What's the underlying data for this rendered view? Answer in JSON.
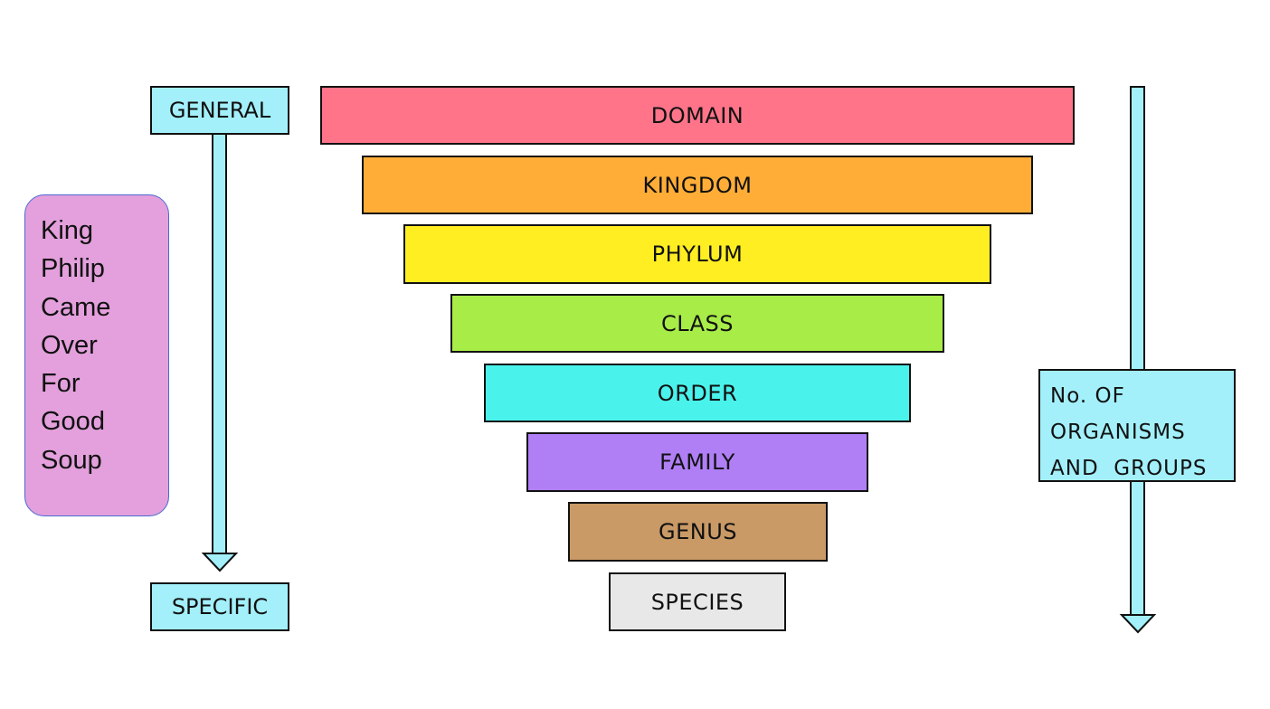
{
  "mnemonic": [
    "King",
    "Philip",
    "Came",
    "Over",
    "For",
    "Good",
    "Soup"
  ],
  "left_axis": {
    "top_label": "GENERAL",
    "bottom_label": "SPECIFIC"
  },
  "right_axis": {
    "lines": [
      "No. OF",
      "ORGANISMS",
      "AND  GROUPS"
    ]
  },
  "levels": [
    {
      "label": "DOMAIN",
      "color": "#FF7489"
    },
    {
      "label": "KINGDOM",
      "color": "#FFAD37"
    },
    {
      "label": "PHYLUM",
      "color": "#FFEE22"
    },
    {
      "label": "CLASS",
      "color": "#A8EC48"
    },
    {
      "label": "ORDER",
      "color": "#4AF2EC"
    },
    {
      "label": "FAMILY",
      "color": "#B07FF6"
    },
    {
      "label": "GENUS",
      "color": "#C99A66"
    },
    {
      "label": "SPECIES",
      "color": "#E8E8E8"
    }
  ]
}
